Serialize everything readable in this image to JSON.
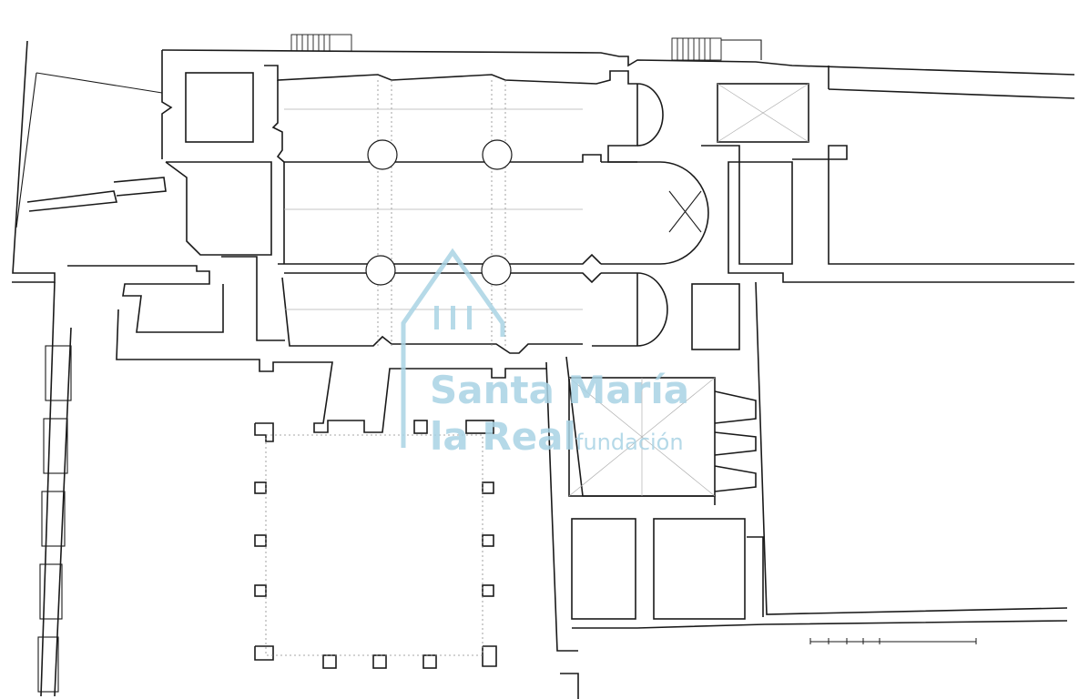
{
  "watermark": {
    "line1": "Santa María",
    "line2": "la Real",
    "line3": "fundación",
    "color": "#a9d3e4"
  },
  "colors": {
    "background": "#ffffff",
    "ink": "#1a1a1a"
  }
}
